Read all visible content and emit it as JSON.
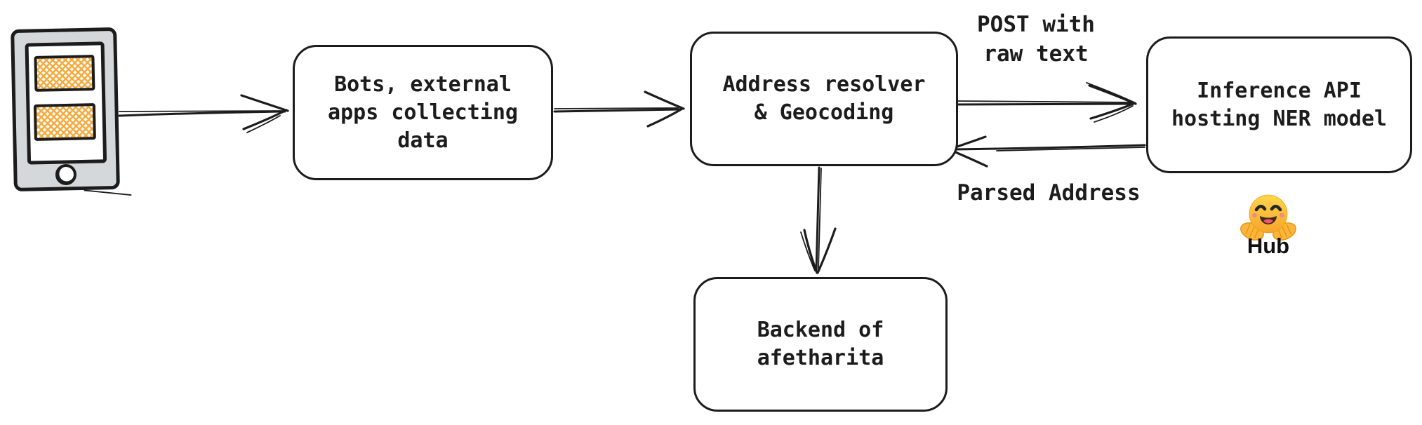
{
  "nodes": {
    "phone": {
      "icon": "phone-sketch-icon"
    },
    "bots": {
      "label": "Bots, external\napps collecting\ndata"
    },
    "resolver": {
      "label": "Address resolver\n& Geocoding"
    },
    "inference": {
      "label": "Inference API\nhosting NER model"
    },
    "backend": {
      "label": "Backend of\nafetharita"
    }
  },
  "edge_labels": {
    "post": "POST with\nraw text",
    "parsed": "Parsed Address"
  },
  "hub": {
    "icon": "hugging-face-emoji",
    "label": "Hub"
  },
  "colors": {
    "ink": "#1c1c1c",
    "phone_body": "#d4d8db",
    "hatch": "#f5a93b",
    "emoji_face_top": "#ffd64d",
    "emoji_face_bottom": "#f6a42a",
    "emoji_hand": "#fcb53c",
    "emoji_hand_line": "#e8920c"
  }
}
